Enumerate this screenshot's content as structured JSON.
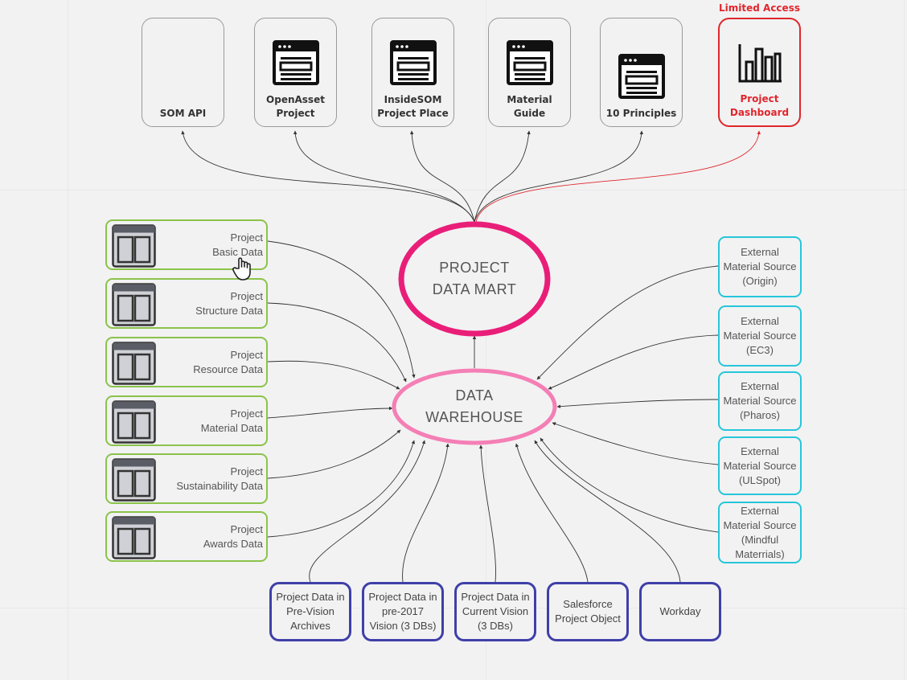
{
  "colors": {
    "background": "#f2f2f3",
    "top_border": "#9a9a9a",
    "limited_red": "#e0262c",
    "left_green": "#8bc34a",
    "right_cyan": "#26c6da",
    "bottom_navy": "#3f3fa8",
    "mart_pink": "#e91e78",
    "warehouse_pink": "#f47fb5",
    "connector": "#333333"
  },
  "limited_access_label": "Limited Access",
  "top_targets": [
    {
      "label": "SOM API",
      "icon": "none"
    },
    {
      "label": "OpenAsset\nProject",
      "icon": "browser-window-icon"
    },
    {
      "label": "InsideSOM\nProject Place",
      "icon": "browser-window-icon"
    },
    {
      "label": "Material\nGuide",
      "icon": "browser-window-icon"
    },
    {
      "label": "10 Principles",
      "icon": "browser-window-icon"
    },
    {
      "label": "Project\nDashboard",
      "icon": "bar-chart-icon"
    }
  ],
  "data_mart": {
    "label": "PROJECT\nDATA MART"
  },
  "data_warehouse": {
    "label": "DATA\nWAREHOUSE"
  },
  "left_sources": [
    {
      "label": "Project\nBasic Data",
      "icon": "panel-layout-icon"
    },
    {
      "label": "Project\nStructure Data",
      "icon": "panel-layout-icon"
    },
    {
      "label": "Project\nResource Data",
      "icon": "panel-layout-icon"
    },
    {
      "label": "Project\nMaterial Data",
      "icon": "panel-layout-icon"
    },
    {
      "label": "Project\nSustainability Data",
      "icon": "panel-layout-icon"
    },
    {
      "label": "Project\nAwards Data",
      "icon": "panel-layout-icon"
    }
  ],
  "right_sources": [
    {
      "label": "External\nMaterial Source\n(Origin)"
    },
    {
      "label": "External\nMaterial Source\n(EC3)"
    },
    {
      "label": "External\nMaterial Source\n(Pharos)"
    },
    {
      "label": "External\nMaterial Source\n(ULSpot)"
    },
    {
      "label": "External\nMaterial Source\n(Mindful\nMaterrials)"
    }
  ],
  "bottom_sources": [
    {
      "label": "Project Data in\nPre-Vision\nArchives"
    },
    {
      "label": "Project Data in\npre-2017\nVision (3 DBs)"
    },
    {
      "label": "Project Data in\nCurrent Vision\n(3 DBs)"
    },
    {
      "label": "Salesforce\nProject Object"
    },
    {
      "label": "Workday"
    }
  ]
}
